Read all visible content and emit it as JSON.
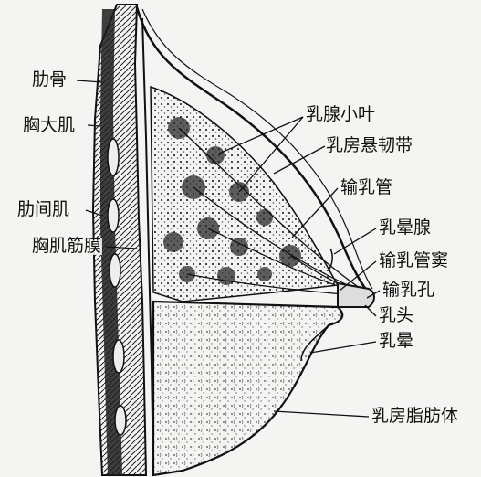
{
  "labels": {
    "rib": "肋骨",
    "pec_major": "胸大肌",
    "intercostal": "肋间肌",
    "pec_fascia": "胸肌筋膜",
    "lobule": "乳腺小叶",
    "suspensory": "乳房悬韧带",
    "duct": "输乳管",
    "areolar_gland": "乳晕腺",
    "sinus": "输乳管窦",
    "pore": "输乳孔",
    "nipple": "乳头",
    "areola": "乳晕",
    "fat": "乳房脂肪体"
  },
  "colors": {
    "ink": "#111111",
    "paper": "#f4f4f2",
    "muscle": "#555555"
  }
}
